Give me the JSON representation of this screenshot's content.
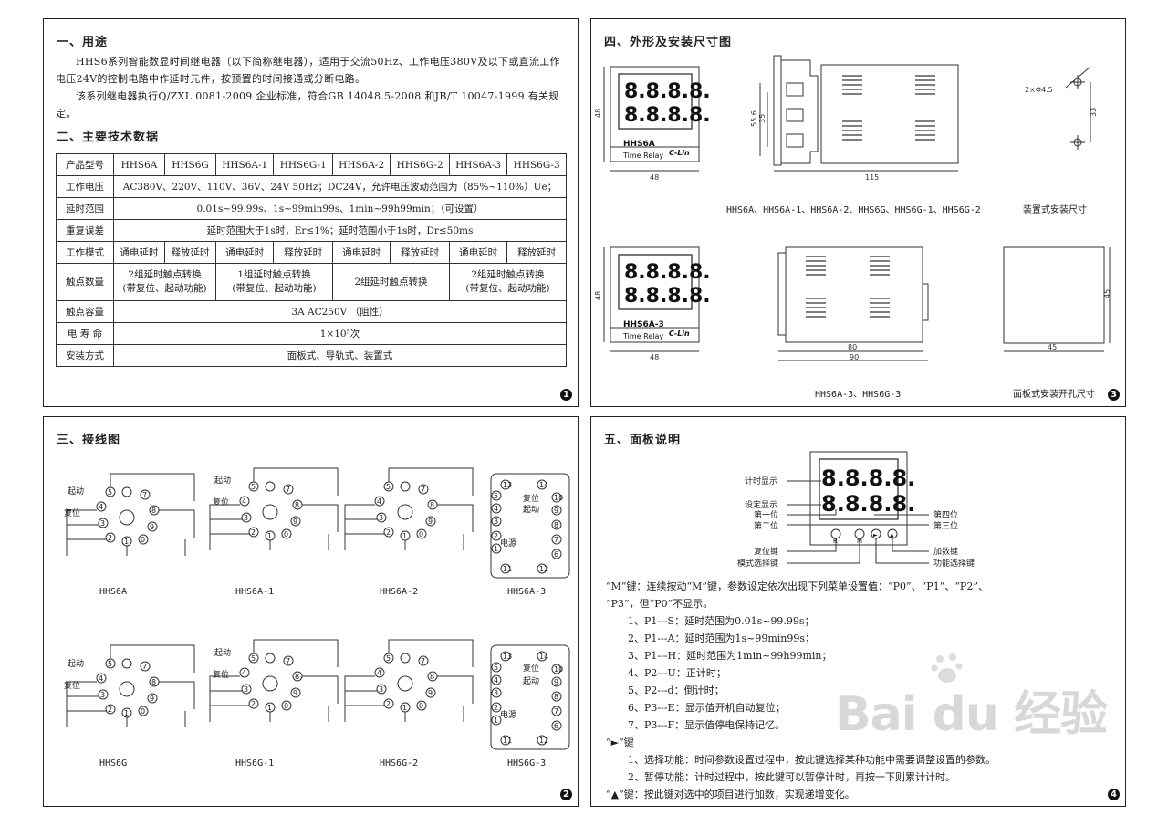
{
  "p1": {
    "title": "一、用途",
    "para1": "HHS6系列智能数显时间继电器（以下简称继电器），适用于交流50Hz、工作电压380V及以下或直流工作电压24V的控制电路中作延时元件，按预置的时间接通或分断电路。",
    "para2": "该系列继电器执行Q/ZXL 0081-2009 企业标准，符合GB 14048.5-2008 和JB/T 10047-1999 有关规定。",
    "title2": "二、主要技术数据",
    "table": {
      "models_label": "产品型号",
      "models": [
        "HHS6A",
        "HHS6G",
        "HHS6A-1",
        "HHS6G-1",
        "HHS6A-2",
        "HHS6G-2",
        "HHS6A-3",
        "HHS6G-3"
      ],
      "voltage_label": "工作电压",
      "voltage": "AC380V、220V、110V、36V、24V 50Hz；DC24V，允许电压波动范围为（85%~110%）Ue；",
      "range_label": "延时范围",
      "range": "0.01s~99.99s、1s~99min99s、1min~99h99min；（可设置）",
      "error_label": "重复误差",
      "error": "延时范围大于1s时，Er≤1%；延时范围小于1s时，Dr≤50ms",
      "mode_label": "工作模式",
      "modes": [
        "通电延时",
        "释放延时",
        "通电延时",
        "释放延时",
        "通电延时",
        "释放延时",
        "通电延时",
        "释放延时"
      ],
      "contacts_label": "触点数量",
      "contacts": [
        "2组延时触点转换\n(带复位、起动功能)",
        "1组延时触点转换\n(带复位、起动功能)",
        "2组延时触点转换",
        "2组延时触点转换\n(带复位、起动功能)"
      ],
      "capacity_label": "触点容量",
      "capacity": "3A AC250V （阻性）",
      "life_label": "电 寿 命",
      "life": "1×10⁵次",
      "install_label": "安装方式",
      "install": "面板式、导轨式、装置式"
    },
    "num": "1"
  },
  "p2": {
    "title": "四、外形及安装尺寸图",
    "digits": "8.8.8.8.",
    "model_a": "HHS6A",
    "model_a3": "HHS6A-3",
    "sub": "Time Relay",
    "brand": "C-Lin",
    "dims": [
      "48",
      "48",
      "55.6",
      "35",
      "115",
      "2×Φ4.5",
      "33",
      "48",
      "48",
      "80",
      "90",
      "45",
      "45"
    ],
    "cap1": "HHS6A、HHS6A-1、HHS6A-2、HHS6G、HHS6G-1、HHS6G-2",
    "cap2": "装置式安装尺寸",
    "cap3": "HHS6A-3、HHS6G-3",
    "cap4": "面板式安装开孔尺寸",
    "num": "3"
  },
  "p3": {
    "title": "三、接线图",
    "labels": [
      "HHS6A",
      "HHS6A-1",
      "HHS6A-2",
      "HHS6A-3",
      "HHS6G",
      "HHS6G-1",
      "HHS6G-2",
      "HHS6G-3"
    ],
    "start": "起动",
    "reset": "复位",
    "power": "电源",
    "num": "2"
  },
  "p4": {
    "title": "五、面板说明",
    "callouts": [
      "计时显示",
      "设定显示",
      "第一位",
      "第二位",
      "第四位",
      "第三位",
      "复位键",
      "模式选择键",
      "加数键",
      "功能选择键"
    ],
    "key_r": "R",
    "key_m": "M",
    "lines": [
      "“M”键：连续按动“M”键，参数设定依次出现下列菜单设置值：“P0”、“P1”、“P2”、",
      "“P3”，但“P0”不显示。",
      "1、P1---S：延时范围为0.01s~99.99s；",
      "2、P1---A：延时范围为1s~99min99s；",
      "3、P1---H：延时范围为1min~99h99min；",
      "4、P2---U：正计时；",
      "5、P2---d：倒计时；",
      "6、P3---E：显示值开机自动复位；",
      "7、P3---F：显示值停电保持记忆。",
      "“►”键",
      "1、选择功能：时间参数设置过程中，按此键选择某种功能中需要调整设置的参数。",
      "2、暂停功能：计时过程中，按此键可以暂停计时，再按一下则累计计时。",
      "“▲”键：按此键对选中的项目进行加数，实现递增变化。"
    ],
    "num": "4"
  },
  "watermark": "Bai du 经验"
}
